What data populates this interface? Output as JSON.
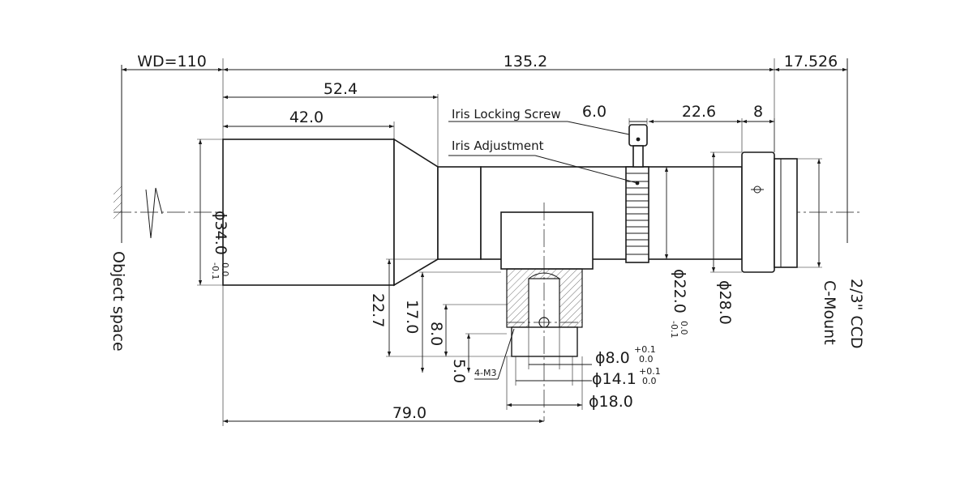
{
  "dimensions": {
    "wd": "WD=110",
    "total_length": "135.2",
    "flange_distance": "17.526",
    "front_length": "52.4",
    "barrel_length": "42.0",
    "iris_width": "6.0",
    "rear_length": "22.6",
    "mount_length": "8",
    "front_diameter_prefix": "ϕ34.0",
    "front_diameter_tol_upper": "0.0",
    "front_diameter_tol_lower": "-0.1",
    "height_227": "22.7",
    "height_170": "17.0",
    "height_80": "8.0",
    "height_50": "5.0",
    "bore_d8_prefix": "ϕ8.0",
    "bore_d8_tol_upper": "+0.1",
    "bore_d8_tol_lower": "0.0",
    "bore_d141_prefix": "ϕ14.1",
    "bore_d141_tol_upper": "+0.1",
    "bore_d141_tol_lower": "0.0",
    "bore_d18": "ϕ18.0",
    "offset_790": "79.0",
    "body_diameter_prefix": "ϕ22.0",
    "body_diameter_tol_upper": "0.0",
    "body_diameter_tol_lower": "-0.1",
    "rear_diameter": "ϕ28.0",
    "thread_spec": "4-M3"
  },
  "labels": {
    "iris_locking_screw": "Iris Locking Screw",
    "iris_adjustment": "Iris Adjustment",
    "object_space": "Object space",
    "mount": "C-Mount",
    "sensor": "2/3\" CCD"
  }
}
